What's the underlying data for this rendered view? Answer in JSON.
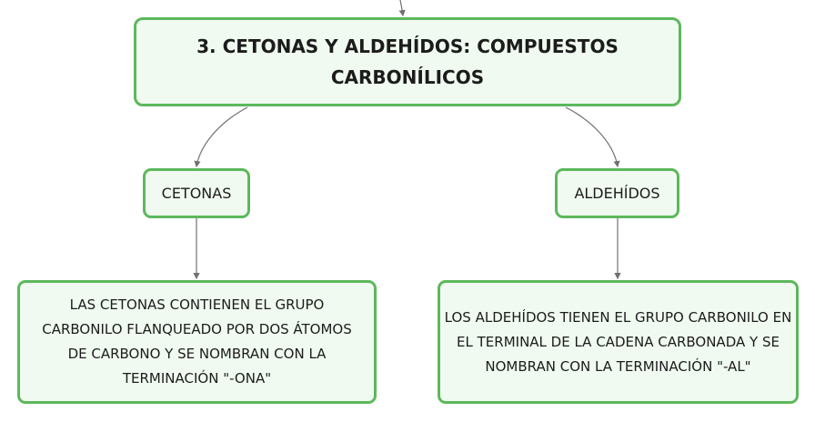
{
  "root": {
    "title": "3. CETONAS Y ALDEHÍDOS: COMPUESTOS CARBONÍLICOS"
  },
  "branches": [
    {
      "label": "CETONAS",
      "description": "LAS CETONAS CONTIENEN EL GRUPO CARBONILO FLANQUEADO POR DOS ÁTOMOS DE CARBONO Y SE NOMBRAN CON LA TERMINACIÓN \"-ONA\""
    },
    {
      "label": "ALDEHÍDOS",
      "description": "LOS ALDEHÍDOS TIENEN EL GRUPO CARBONILO EN EL TERMINAL DE LA CADENA CARBONADA Y SE NOMBRAN CON LA TERMINACIÓN \"-AL\""
    }
  ],
  "colors": {
    "node_border": "#5cb85c",
    "node_fill": "#f0faf0",
    "connector": "#707070"
  }
}
